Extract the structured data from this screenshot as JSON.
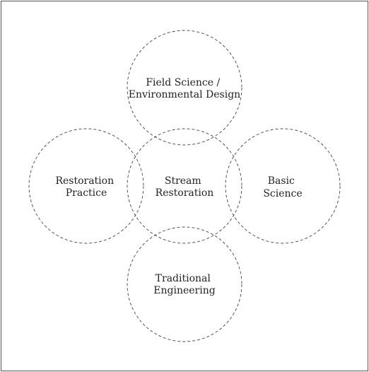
{
  "diagram": {
    "circles": [
      {
        "id": "top",
        "lines": [
          "Field Science /",
          "Environmental Design"
        ]
      },
      {
        "id": "left",
        "lines": [
          "Restoration",
          "Practice"
        ]
      },
      {
        "id": "center",
        "lines": [
          "Stream",
          "Restoration"
        ]
      },
      {
        "id": "right",
        "lines": [
          "Basic",
          "Science"
        ]
      },
      {
        "id": "bottom",
        "lines": [
          "Traditional",
          "Engineering"
        ]
      }
    ]
  }
}
